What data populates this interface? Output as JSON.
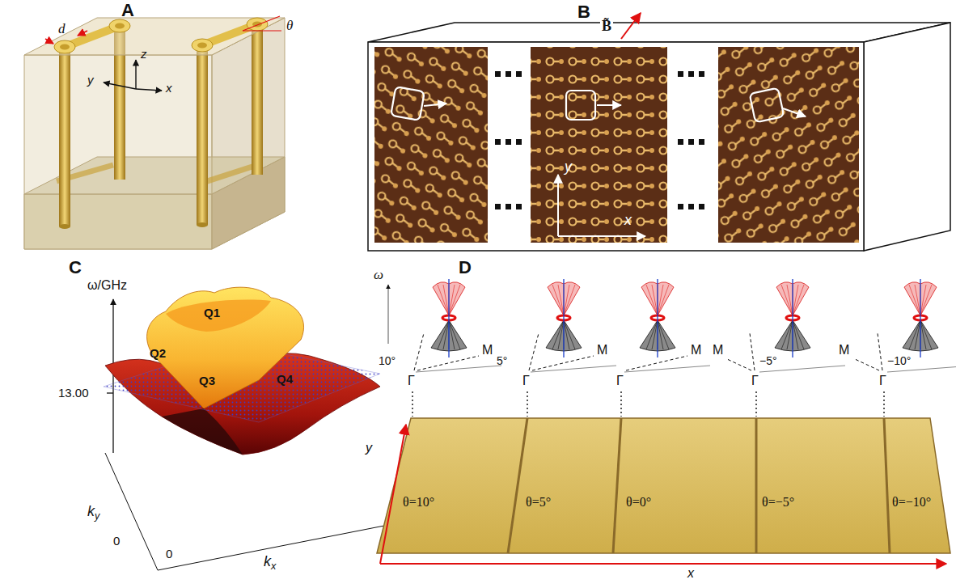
{
  "diagram": {
    "labels": [
      "A",
      "d",
      "θ",
      "z",
      "y",
      "x",
      "B",
      "B̃",
      "y",
      "x",
      "C",
      "ω/GHz",
      "Q1",
      "13.00",
      "Q2",
      "Q3",
      "Q4",
      "ky",
      "0",
      "0",
      "kx",
      "D",
      "ω",
      "10°",
      "M",
      "Γ",
      "5°",
      "M",
      "Γ",
      "M",
      "Γ",
      "M",
      "−5°",
      "Γ",
      "M",
      "−10°",
      "Γ",
      "θ=10°",
      "θ=5°",
      "θ=0°",
      "θ=−5°",
      "θ=−10°",
      "y",
      "x"
    ]
  }
}
